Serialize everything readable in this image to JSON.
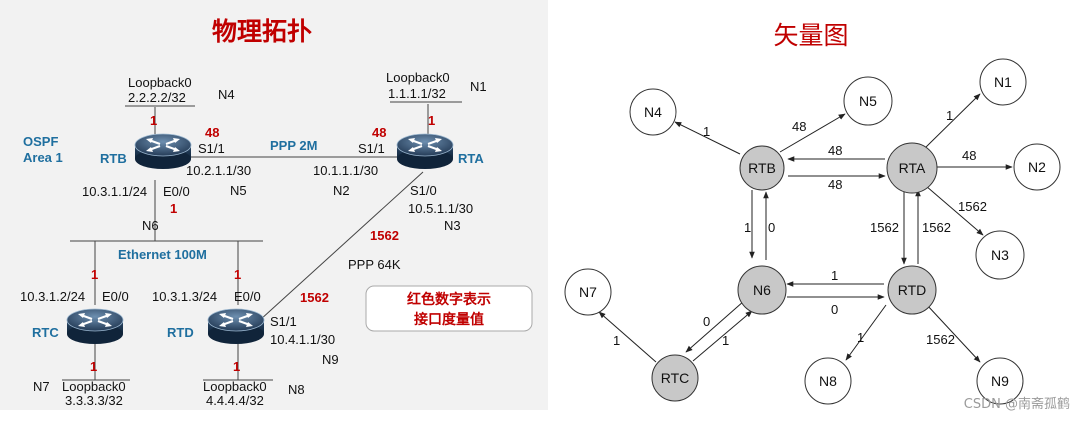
{
  "left": {
    "title": "物理拓扑",
    "routers": {
      "rtb": {
        "name": "RTB",
        "loop_iface": "Loopback0",
        "loop_ip": "2.2.2.2/32",
        "loop_net": "N4",
        "loop_cost": "1"
      },
      "rta": {
        "name": "RTA",
        "loop_iface": "Loopback0",
        "loop_ip": "1.1.1.1/32",
        "loop_net": "N1",
        "loop_cost": "1"
      },
      "rtc": {
        "name": "RTC",
        "loop_iface": "Loopback0",
        "loop_ip": "3.3.3.3/32",
        "loop_net": "N7",
        "loop_cost": "1"
      },
      "rtd": {
        "name": "RTD",
        "loop_iface": "Loopback0",
        "loop_ip": "4.4.4.4/32",
        "loop_net": "N8",
        "loop_cost": "1"
      }
    },
    "ospf": {
      "line1": "OSPF",
      "line2": "Area 1"
    },
    "ppp2m": {
      "label": "PPP 2M",
      "net": "N5",
      "rtb_if": "S1/1",
      "rtb_ip": "10.2.1.1/30",
      "rtb_cost": "48",
      "net_b": "N2",
      "rta_if": "S1/1",
      "rta_ip": "10.1.1.1/30",
      "rta_cost": "48"
    },
    "ethernet": {
      "label": "Ethernet 100M",
      "net": "N6",
      "rtb_ip": "10.3.1.1/24",
      "rtb_if": "E0/0",
      "rtb_cost": "1",
      "rtc_ip": "10.3.1.2/24",
      "rtc_if": "E0/0",
      "rtc_cost": "1",
      "rtd_ip": "10.3.1.3/24",
      "rtd_if": "E0/0",
      "rtd_cost": "1"
    },
    "ppp64k": {
      "label": "PPP 64K",
      "rta_if": "S1/0",
      "rta_ip": "10.5.1.1/30",
      "rta_net": "N3",
      "rta_cost": "1562",
      "rtd_if": "S1/1",
      "rtd_ip": "10.4.1.1/30",
      "rtd_net": "N9",
      "rtd_cost": "1562"
    },
    "legend": {
      "line1": "红色数字表示",
      "line2": "接口度量值"
    }
  },
  "right": {
    "title": "矢量图",
    "routers": {
      "rtb": "RTB",
      "rta": "RTA",
      "n6": "N6",
      "rtd": "RTD",
      "rtc": "RTC"
    },
    "nets": {
      "n1": "N1",
      "n2": "N2",
      "n3": "N3",
      "n4": "N4",
      "n5": "N5",
      "n7": "N7",
      "n8": "N8",
      "n9": "N9"
    },
    "costs": {
      "rtb_n4": "1",
      "rtb_n5": "48",
      "rta_n1": "1",
      "rta_n2": "48",
      "rta_n3": "1562",
      "rta_rtb": "48",
      "rtb_rta": "48",
      "rtb_n6": "1",
      "n6_rtb": "0",
      "rta_rtd": "1562",
      "rtd_rta": "1562",
      "rtd_n6": "1",
      "n6_rtd": "0",
      "n6_rtc": "0",
      "rtc_n6": "1",
      "rtc_n7": "1",
      "rtd_n8": "1",
      "rtd_n9": "1562"
    },
    "colors": {
      "router_fill": "#c8c8c8",
      "net_fill": "#ffffff",
      "stroke": "#333333"
    }
  },
  "watermark": "CSDN @南斋孤鹤",
  "colors": {
    "title_red": "#c00000",
    "cost_red": "#c00000",
    "label_blue": "#1f6f9f"
  }
}
